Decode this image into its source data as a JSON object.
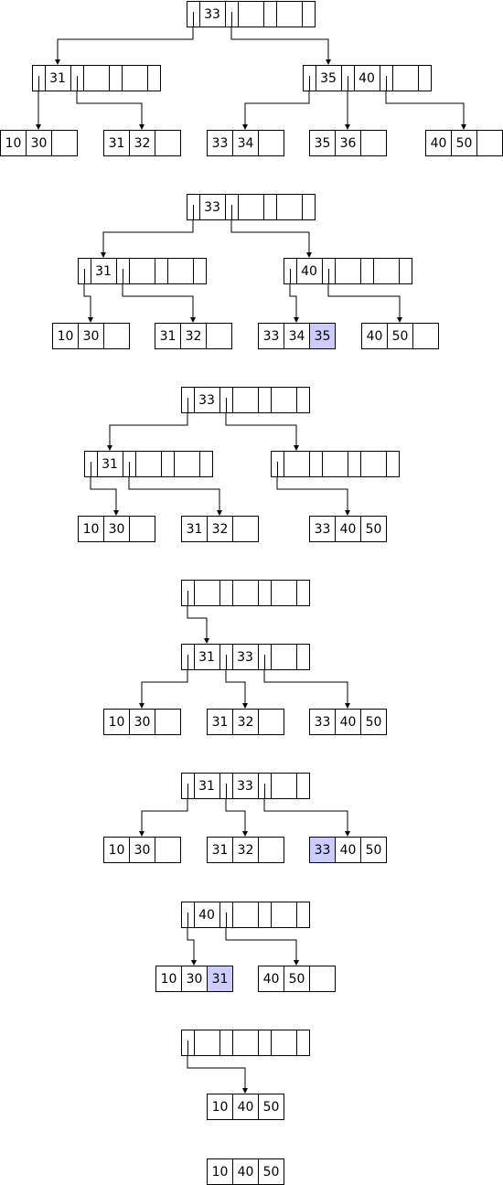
{
  "colors": {
    "stroke": "#000000",
    "fill": "#ffffff",
    "highlight": "#ccccff"
  },
  "steps": [
    {
      "internal": [
        {
          "keys": [
            "33",
            "",
            ""
          ]
        },
        {
          "keys": [
            "31",
            "",
            ""
          ]
        },
        {
          "keys": [
            "35",
            "40",
            ""
          ]
        }
      ],
      "leaves": [
        {
          "keys": [
            "10",
            "30",
            ""
          ],
          "highlight": []
        },
        {
          "keys": [
            "31",
            "32",
            ""
          ],
          "highlight": []
        },
        {
          "keys": [
            "33",
            "34",
            ""
          ],
          "highlight": []
        },
        {
          "keys": [
            "35",
            "36",
            ""
          ],
          "highlight": []
        },
        {
          "keys": [
            "40",
            "50",
            ""
          ],
          "highlight": []
        }
      ]
    },
    {
      "internal": [
        {
          "keys": [
            "33",
            "",
            ""
          ]
        },
        {
          "keys": [
            "31",
            "",
            ""
          ]
        },
        {
          "keys": [
            "40",
            "",
            ""
          ]
        }
      ],
      "leaves": [
        {
          "keys": [
            "10",
            "30",
            ""
          ],
          "highlight": []
        },
        {
          "keys": [
            "31",
            "32",
            ""
          ],
          "highlight": []
        },
        {
          "keys": [
            "33",
            "34",
            "35"
          ],
          "highlight": [
            2
          ]
        },
        {
          "keys": [
            "40",
            "50",
            ""
          ],
          "highlight": []
        }
      ]
    },
    {
      "internal": [
        {
          "keys": [
            "33",
            "",
            ""
          ]
        },
        {
          "keys": [
            "31",
            "",
            ""
          ]
        },
        {
          "keys": [
            "",
            "",
            ""
          ]
        }
      ],
      "leaves": [
        {
          "keys": [
            "10",
            "30",
            ""
          ],
          "highlight": []
        },
        {
          "keys": [
            "31",
            "32",
            ""
          ],
          "highlight": []
        },
        {
          "keys": [
            "33",
            "40",
            "50"
          ],
          "highlight": []
        }
      ]
    },
    {
      "internal": [
        {
          "keys": [
            "",
            "",
            ""
          ]
        },
        {
          "keys": [
            "31",
            "33",
            ""
          ]
        }
      ],
      "leaves": [
        {
          "keys": [
            "10",
            "30",
            ""
          ],
          "highlight": []
        },
        {
          "keys": [
            "31",
            "32",
            ""
          ],
          "highlight": []
        },
        {
          "keys": [
            "33",
            "40",
            "50"
          ],
          "highlight": []
        }
      ]
    },
    {
      "internal": [
        {
          "keys": [
            "31",
            "33",
            ""
          ]
        }
      ],
      "leaves": [
        {
          "keys": [
            "10",
            "30",
            ""
          ],
          "highlight": []
        },
        {
          "keys": [
            "31",
            "32",
            ""
          ],
          "highlight": []
        },
        {
          "keys": [
            "33",
            "40",
            "50"
          ],
          "highlight": [
            0
          ]
        }
      ]
    },
    {
      "internal": [
        {
          "keys": [
            "40",
            "",
            ""
          ]
        }
      ],
      "leaves": [
        {
          "keys": [
            "10",
            "30",
            "31"
          ],
          "highlight": [
            2
          ]
        },
        {
          "keys": [
            "40",
            "50",
            ""
          ],
          "highlight": []
        }
      ]
    },
    {
      "internal": [
        {
          "keys": [
            "",
            "",
            ""
          ]
        }
      ],
      "leaves": [
        {
          "keys": [
            "10",
            "40",
            "50"
          ],
          "highlight": []
        }
      ]
    },
    {
      "internal": [],
      "leaves": [
        {
          "keys": [
            "10",
            "40",
            "50"
          ],
          "highlight": []
        }
      ]
    }
  ]
}
